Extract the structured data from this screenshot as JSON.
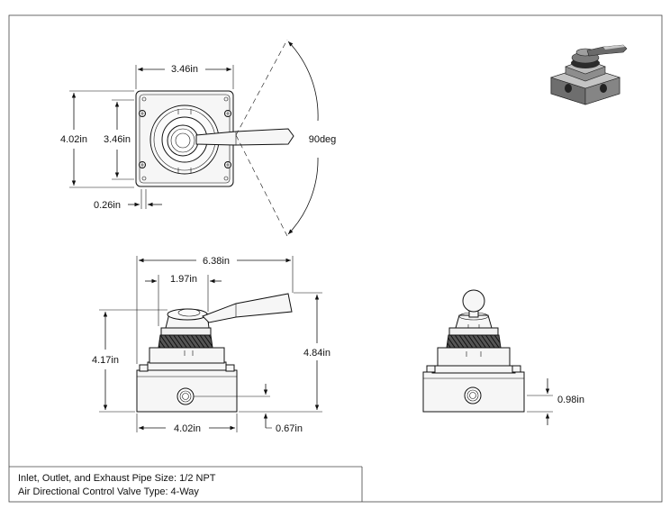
{
  "dimensions": {
    "top_width": "3.46in",
    "top_outer_height": "4.02in",
    "top_inner_height": "3.46in",
    "rotation": "90deg",
    "edge_offset": "0.26in",
    "front_overall_width": "6.38in",
    "front_handle_offset": "1.97in",
    "front_body_height": "4.17in",
    "front_overall_height": "4.84in",
    "front_base_width": "4.02in",
    "front_port_offset": "0.67in",
    "side_port_height": "0.98in"
  },
  "notes": {
    "pipe_size": "Inlet, Outlet, and Exhaust Pipe Size: 1/2 NPT",
    "valve_type": "Air Directional Control Valve Type: 4-Way"
  },
  "colors": {
    "line": "#111111",
    "body_fill": "#f4f4f4",
    "thread_fill": "#3a3a3a",
    "render_dark": "#3d3d3d",
    "render_light": "#bdbdbd"
  }
}
